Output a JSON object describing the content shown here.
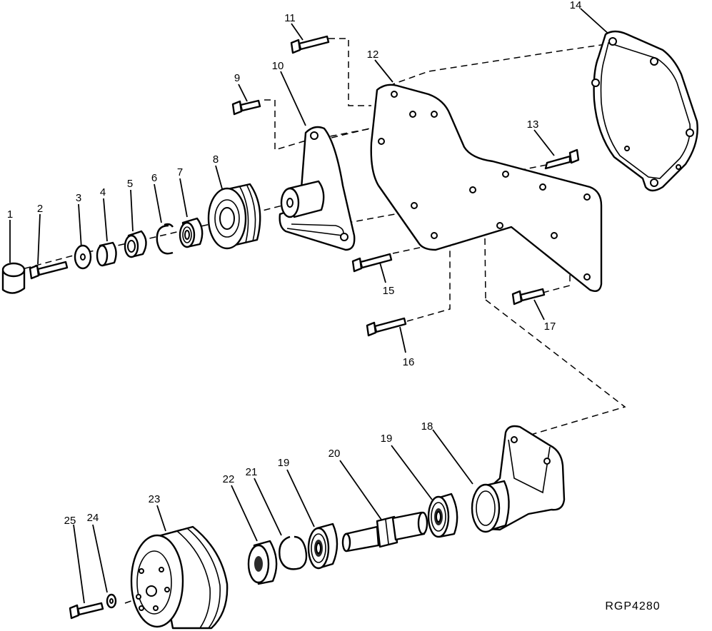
{
  "figure_code": "RGP4280",
  "callouts": [
    "1",
    "2",
    "3",
    "4",
    "5",
    "6",
    "7",
    "8",
    "9",
    "10",
    "11",
    "12",
    "13",
    "14",
    "15",
    "16",
    "17",
    "18",
    "19",
    "19",
    "20",
    "21",
    "22",
    "23",
    "24",
    "25"
  ]
}
